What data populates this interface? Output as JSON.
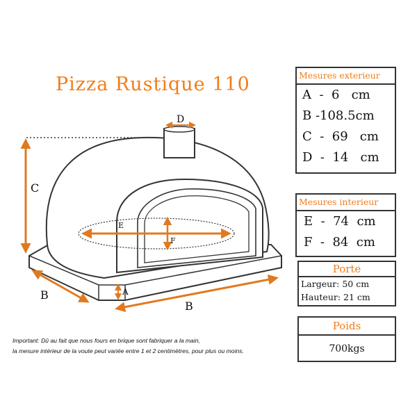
{
  "title": "Pizza Rustique 110",
  "exterior": {
    "header": "Mesures exterieur",
    "rows": [
      "A  -  6   cm",
      "B -108.5cm",
      "C  -  69   cm",
      "D  -  14   cm"
    ]
  },
  "interior": {
    "header": "Mesures interieur",
    "rows": [
      "E  -  74  cm",
      "F  -  84  cm"
    ]
  },
  "door": {
    "header": "Porte",
    "rows": [
      "Largeur: 50 cm",
      "Hauteur: 21 cm"
    ]
  },
  "weight": {
    "header": "Poids",
    "value": "700kgs"
  },
  "diagram_labels": {
    "a": "A",
    "b_left": "B",
    "b_bottom": "B",
    "c": "C",
    "d": "D",
    "e": "E",
    "f": "F"
  },
  "note": {
    "line1": "Important: Dû au fait que nous fours en brique sont fabriquer a la main,",
    "line2": "la mesure intérieur de la voute peut variée entre 1 et 2 centimètres, pour plus ou moins."
  },
  "colors": {
    "accent": "#f07d1a",
    "outline": "#333333"
  }
}
